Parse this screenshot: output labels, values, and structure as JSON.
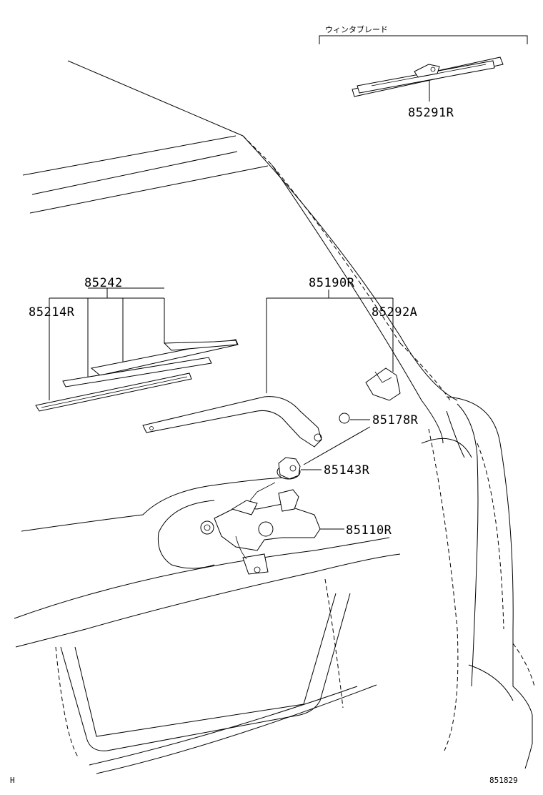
{
  "diagram": {
    "top_caption": "ウィンタブレード",
    "parts": {
      "p85291R": "85291R",
      "p85242": "85242",
      "p85214R": "85214R",
      "p85190R": "85190R",
      "p85292A": "85292A",
      "p85178R": "85178R",
      "p85143R": "85143R",
      "p85110R": "85110R"
    },
    "footer": {
      "left_code": "H",
      "right_code": "851829"
    }
  }
}
